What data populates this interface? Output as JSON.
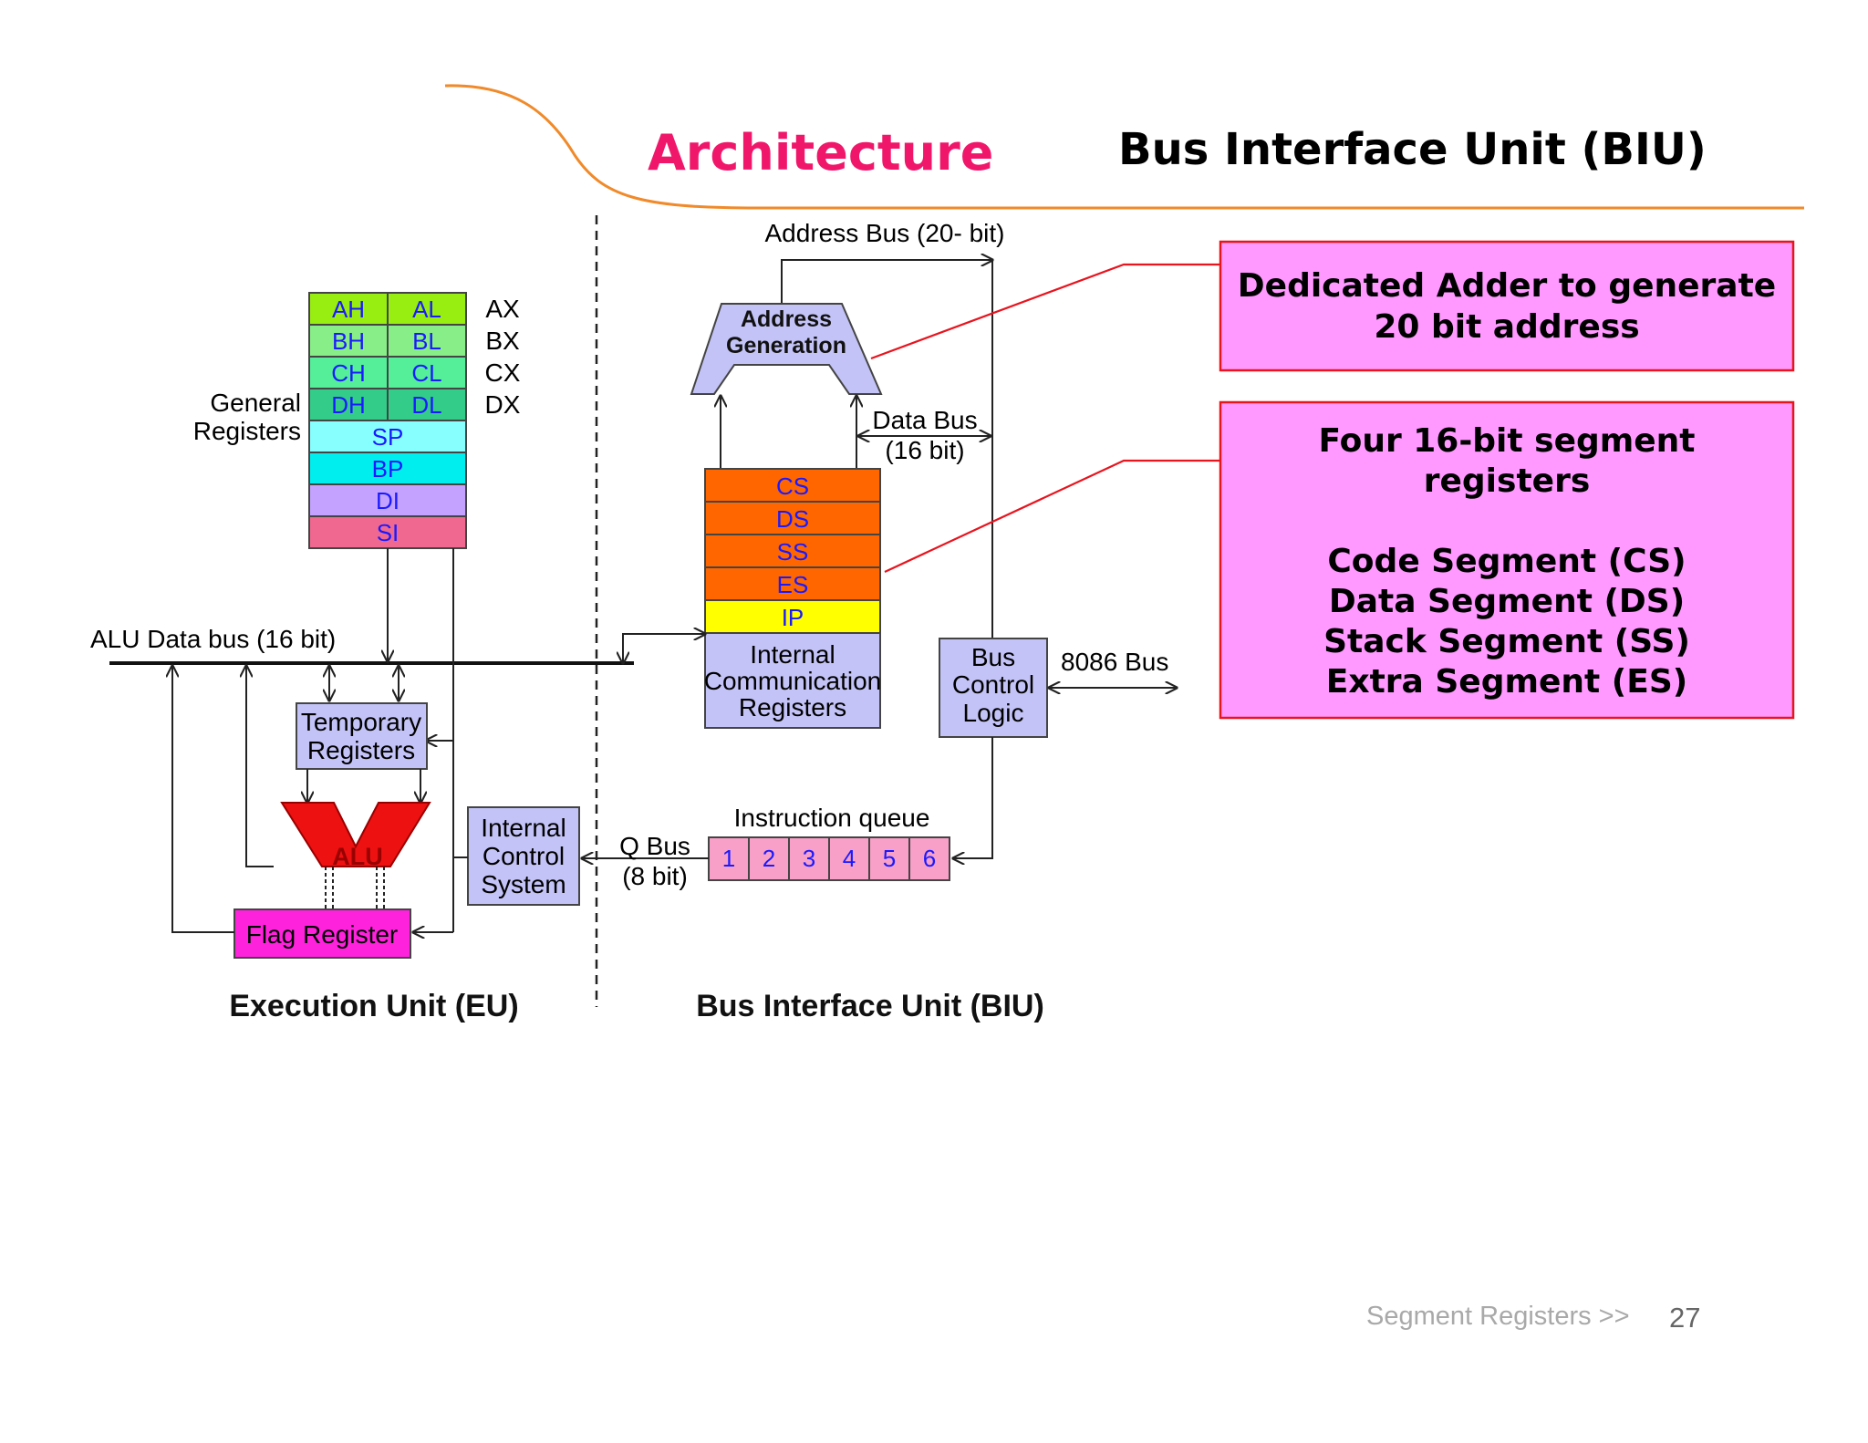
{
  "header": {
    "title": "Architecture",
    "subtitle": "Bus Interface Unit (BIU)"
  },
  "eu": {
    "general_registers_label": [
      "General",
      "Registers"
    ],
    "registers": [
      {
        "high": "AH",
        "low": "AL",
        "pair": "AX",
        "color": "#99ee11"
      },
      {
        "high": "BH",
        "low": "BL",
        "pair": "BX",
        "color": "#88ee88"
      },
      {
        "high": "CH",
        "low": "CL",
        "pair": "CX",
        "color": "#55ee99"
      },
      {
        "high": "DH",
        "low": "DL",
        "pair": "DX",
        "color": "#33cc88"
      }
    ],
    "pointer_registers": [
      {
        "name": "SP",
        "color": "#88ffff"
      },
      {
        "name": "BP",
        "color": "#00eeee"
      },
      {
        "name": "DI",
        "color": "#c3a3ff"
      },
      {
        "name": "SI",
        "color": "#f06890"
      }
    ],
    "alu_data_bus": "ALU Data bus (16 bit)",
    "temporary_registers": [
      "Temporary",
      "Registers"
    ],
    "alu": "ALU",
    "flag_register": "Flag Register",
    "internal_control": [
      "Internal",
      "Control",
      "System"
    ],
    "unit_label": "Execution Unit (EU)"
  },
  "biu": {
    "address_bus": "Address Bus (20- bit)",
    "address_generation": [
      "Address",
      "Generation"
    ],
    "data_bus": [
      "Data Bus",
      "(16 bit)"
    ],
    "segment_registers": [
      {
        "name": "CS",
        "color": "#ff6600"
      },
      {
        "name": "DS",
        "color": "#ff6600"
      },
      {
        "name": "SS",
        "color": "#ff6600"
      },
      {
        "name": "ES",
        "color": "#ff6600"
      },
      {
        "name": "IP",
        "color": "#ffff00"
      }
    ],
    "internal_comm": [
      "Internal",
      "Communication",
      "Registers"
    ],
    "bus_control": [
      "Bus",
      "Control",
      "Logic"
    ],
    "bus_8086": "8086 Bus",
    "instruction_queue": "Instruction queue",
    "queue_cells": [
      "1",
      "2",
      "3",
      "4",
      "5",
      "6"
    ],
    "q_bus": [
      "Q Bus",
      "(8 bit)"
    ],
    "unit_label": "Bus Interface Unit (BIU)"
  },
  "callouts": {
    "adder": [
      "Dedicated Adder to generate",
      "20 bit address"
    ],
    "segments": [
      "Four 16-bit segment",
      "registers",
      "",
      "Code Segment (CS)",
      "Data Segment (DS)",
      "Stack Segment (SS)",
      "Extra Segment (ES)"
    ]
  },
  "footer": {
    "nav": "Segment Registers >>",
    "page": "27"
  },
  "colors": {
    "accent_title": "#f0176b",
    "accent_curve": "#f08a2a",
    "callout_fill": "#ff99ff",
    "callout_border": "#e8141e",
    "box_fill": "#c3c3f7",
    "flag_fill": "#ff22dd",
    "alu_fill": "#ee1111",
    "queue_fill": "#f8a0c8"
  }
}
